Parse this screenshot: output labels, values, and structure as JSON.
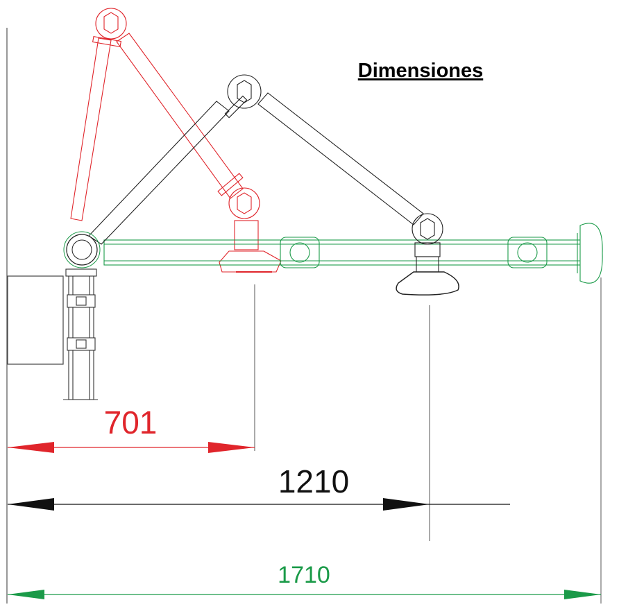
{
  "title": "Dimensiones",
  "colors": {
    "red": "#e0252b",
    "black": "#111111",
    "green": "#1a9a48",
    "gray_line": "#8a8a8a"
  },
  "dimensions": [
    {
      "value": "701",
      "color": "red"
    },
    {
      "value": "1210",
      "color": "black"
    },
    {
      "value": "1710",
      "color": "green"
    }
  ]
}
